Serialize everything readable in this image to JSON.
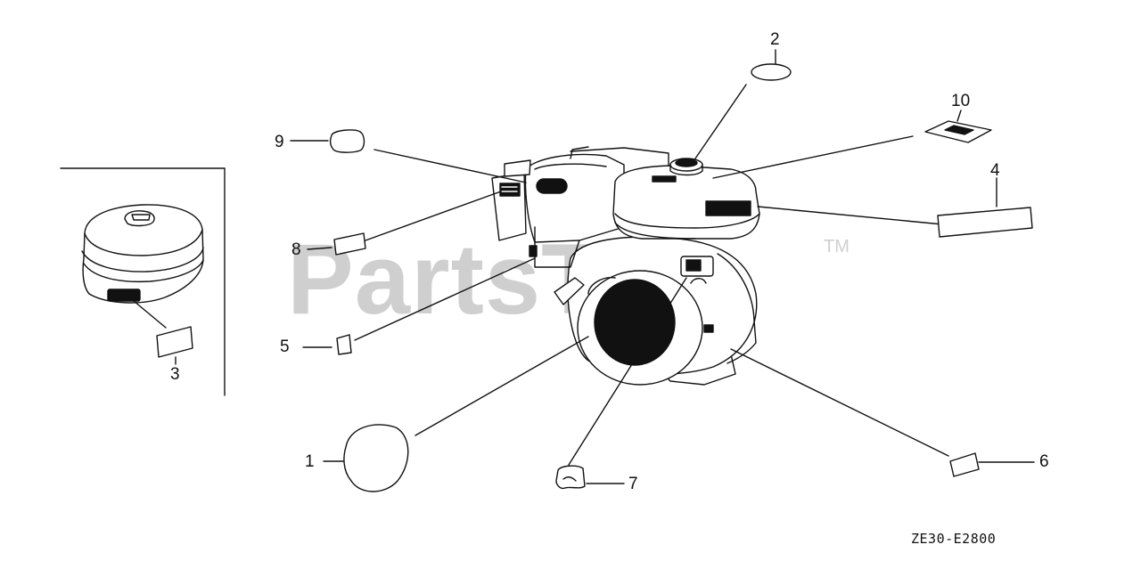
{
  "watermark": {
    "brand": "PartsTree",
    "trademark": "TM"
  },
  "drawing_code": "ZE30-E2800",
  "callouts": [
    "1",
    "2",
    "3",
    "4",
    "5",
    "6",
    "7",
    "8",
    "9",
    "10"
  ],
  "colors": {
    "line": "#111111",
    "watermark": "#cfcfcf",
    "background": "#ffffff"
  }
}
